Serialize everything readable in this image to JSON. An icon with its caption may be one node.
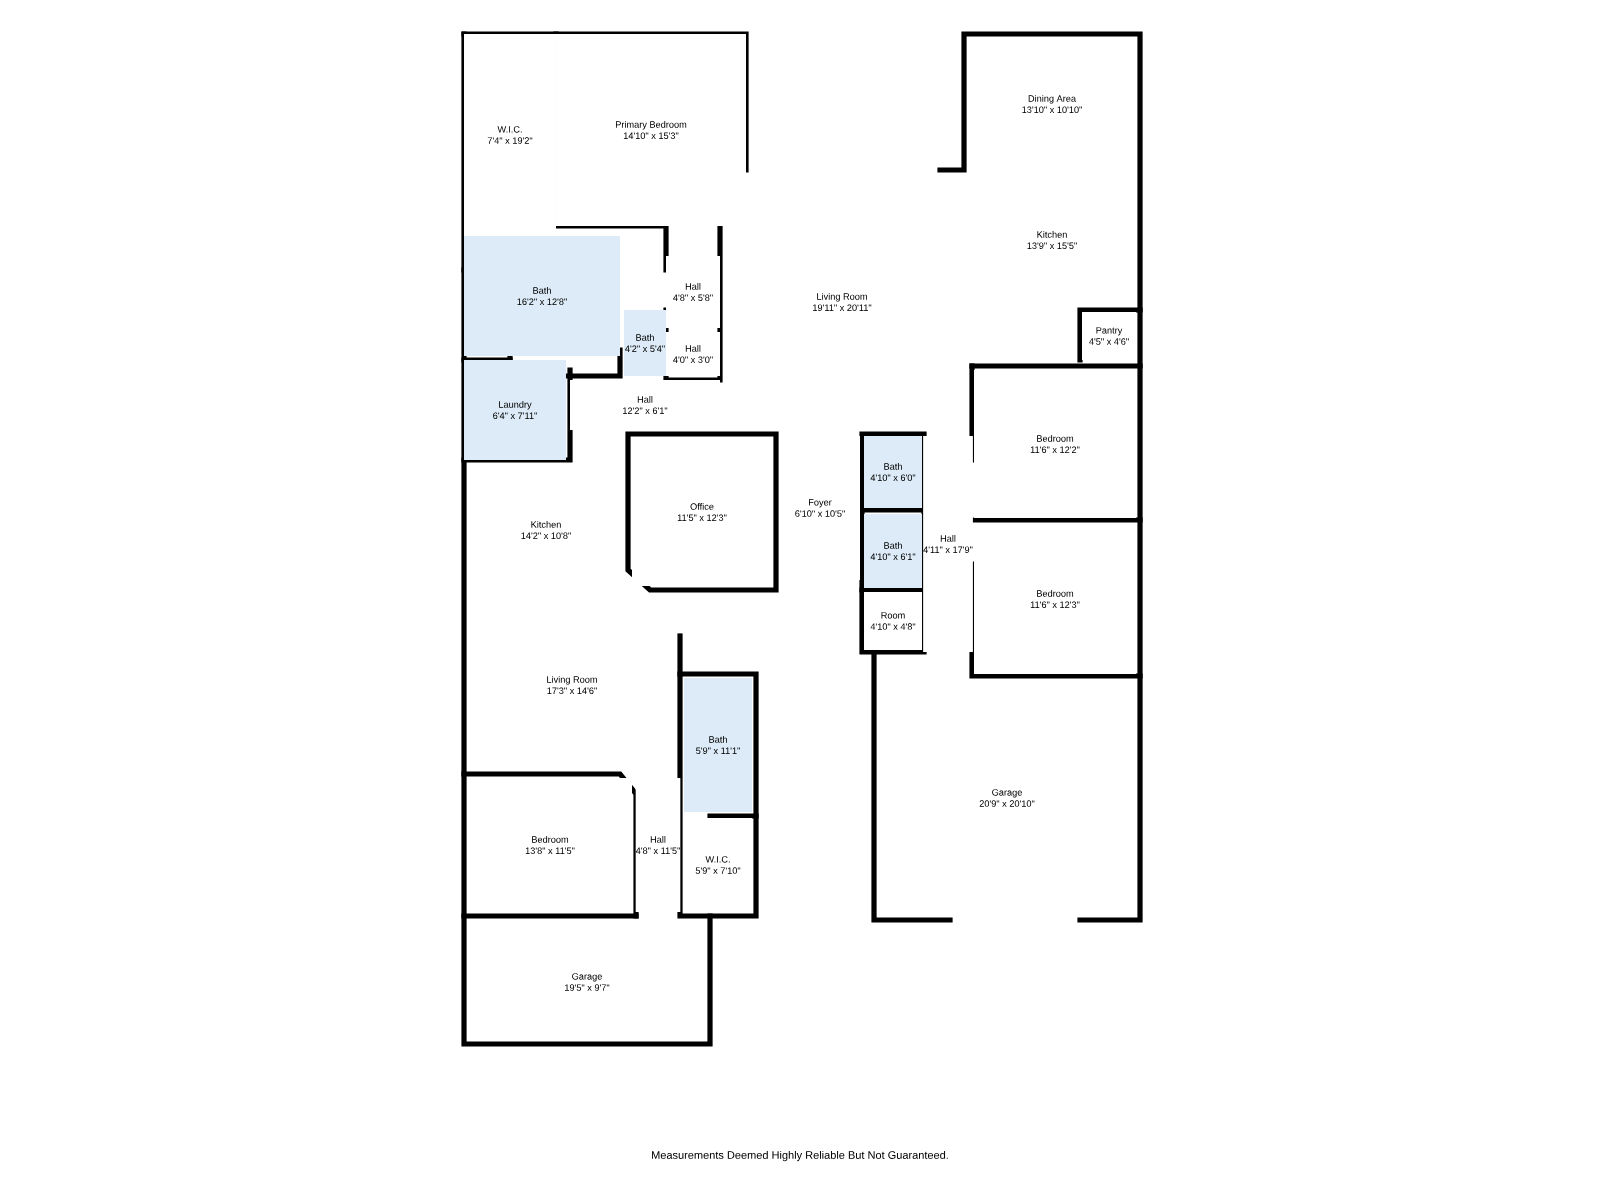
{
  "diagram": {
    "nodes": [
      {
        "text": [
          "W.I.C.",
          "7'4\" x 19'2\""
        ]
      },
      {
        "text": [
          "Primary Bedroom",
          "14'10\" x 15'3\""
        ]
      },
      {
        "text": [
          "Bath",
          "16'2\" x 12'8\""
        ]
      },
      {
        "text": [
          "Bath",
          "4'2\" x 5'4\""
        ]
      },
      {
        "text": [
          "Hall",
          "4'8\" x 5'8\""
        ]
      },
      {
        "text": [
          "Hall",
          "4'0\" x 3'0\""
        ]
      },
      {
        "text": [
          "Laundry",
          "6'4\" x 7'11\""
        ]
      },
      {
        "text": [
          "Hall",
          "12'2\" x 6'1\""
        ]
      },
      {
        "text": [
          "Living Room",
          "19'11\" x 20'11\""
        ]
      },
      {
        "text": [
          "Dining Area",
          "13'10\" x 10'10\""
        ]
      },
      {
        "text": [
          "Kitchen",
          "13'9\" x 15'5\""
        ]
      },
      {
        "text": [
          "Pantry",
          "4'5\" x 4'6\""
        ]
      },
      {
        "text": [
          "Bedroom",
          "11'6\" x 12'2\""
        ]
      },
      {
        "text": [
          "Bedroom",
          "11'6\" x 12'3\""
        ]
      },
      {
        "text": [
          "Hall",
          "4'11\" x 17'9\""
        ]
      },
      {
        "text": [
          "Bath",
          "4'10\" x 6'0\""
        ]
      },
      {
        "text": [
          "Bath",
          "4'10\" x 6'1\""
        ]
      },
      {
        "text": [
          "Room",
          "4'10\" x 4'8\""
        ]
      },
      {
        "text": [
          "Foyer",
          "6'10\" x 10'5\""
        ]
      },
      {
        "text": [
          "Office",
          "11'5\" x 12'3\""
        ]
      },
      {
        "text": [
          "Kitchen",
          "14'2\" x 10'8\""
        ]
      },
      {
        "text": [
          "Living Room",
          "17'3\" x 14'6\""
        ]
      },
      {
        "text": [
          "Bath",
          "5'9\" x 11'1\""
        ]
      },
      {
        "text": [
          "Bedroom",
          "13'8\" x 11'5\""
        ]
      },
      {
        "text": [
          "Hall",
          "4'8\" x 11'5\""
        ]
      },
      {
        "text": [
          "W.I.C.",
          "5'9\" x 7'10\""
        ]
      },
      {
        "text": [
          "Garage",
          "19'5\" x 9'7\""
        ]
      },
      {
        "text": [
          "Garage",
          "20'9\" x 20'10\""
        ]
      }
    ],
    "labels": [
      "Measurements Deemed Highly Reliable But Not Guaranteed."
    ]
  }
}
